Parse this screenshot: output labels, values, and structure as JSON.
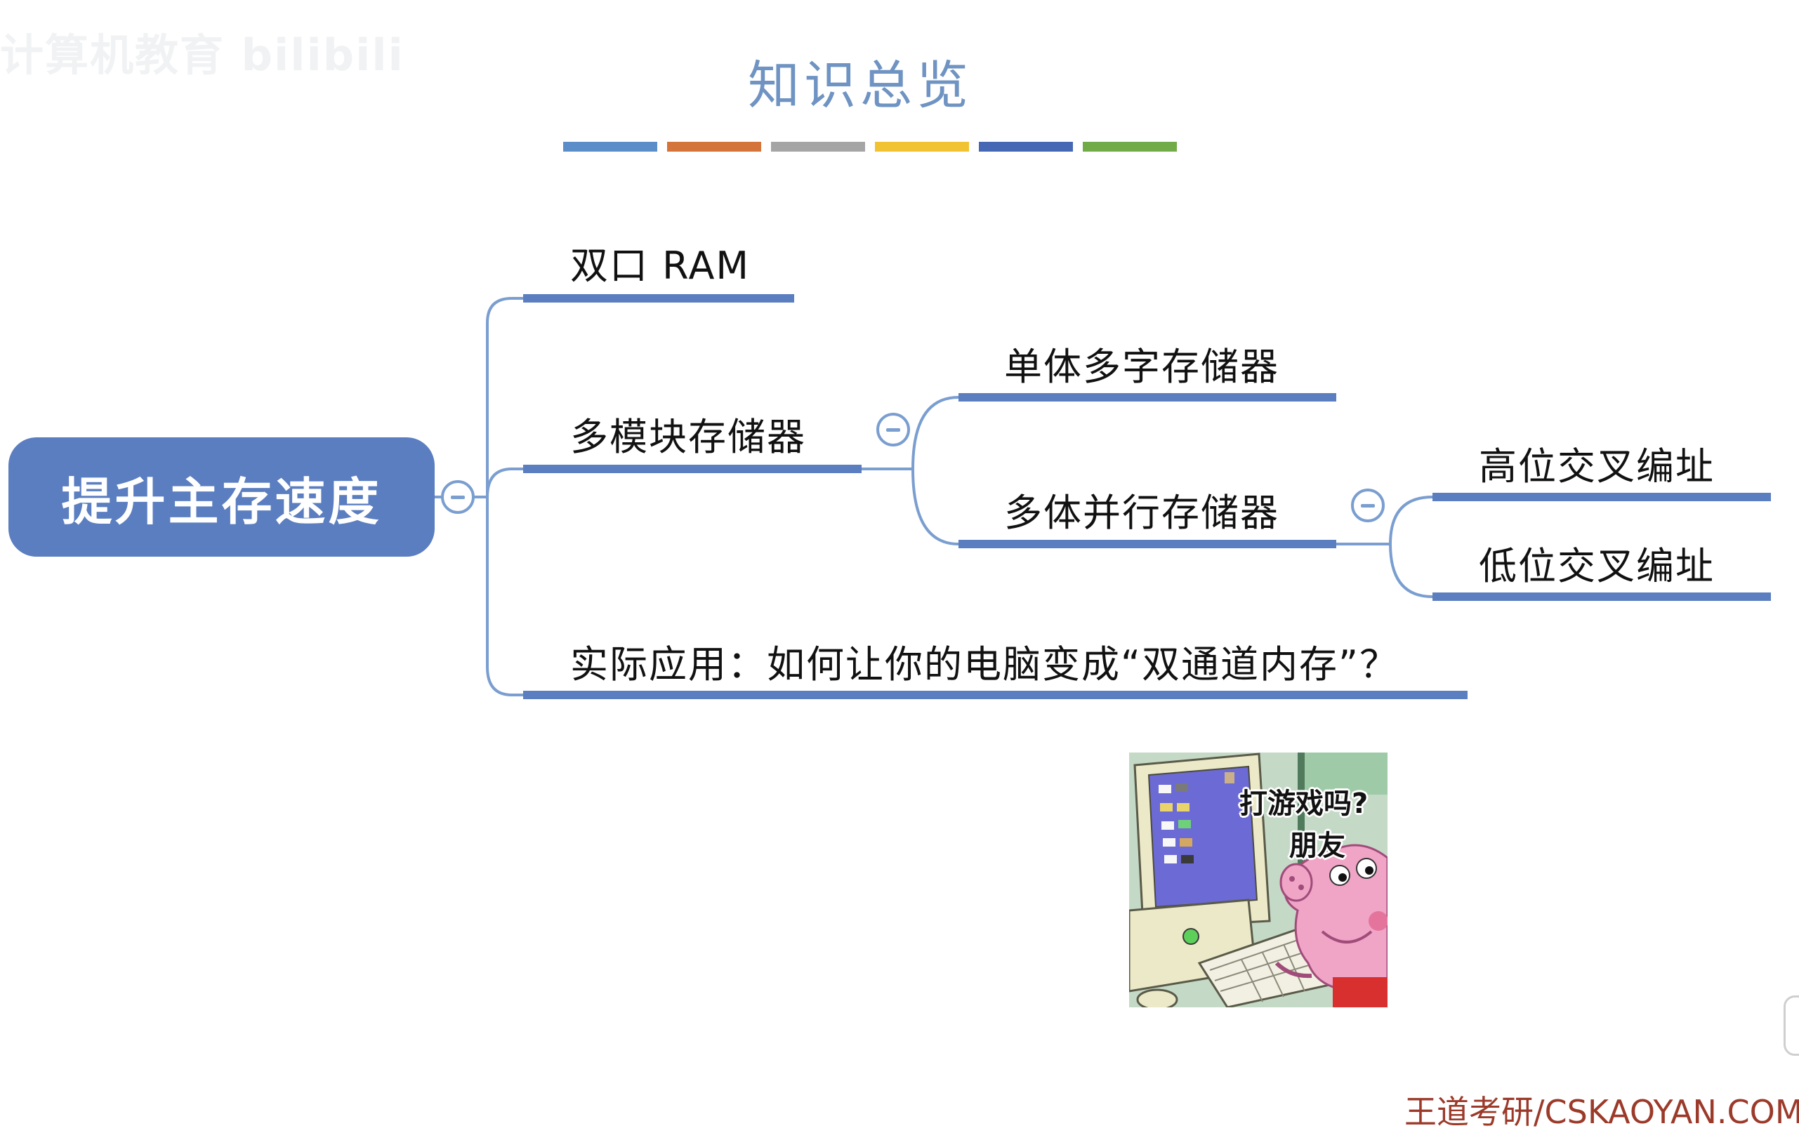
{
  "watermark": "计算机教育 bilibili",
  "title": "知识总览",
  "color_bars": [
    "#5b8ec9",
    "#d4733a",
    "#a5a5a5",
    "#f1c232",
    "#4668b4",
    "#70ab47"
  ],
  "mindmap": {
    "root": "提升主存速度",
    "branches": [
      {
        "label": "双口 RAM"
      },
      {
        "label": "多模块存储器",
        "children": [
          {
            "label": "单体多字存储器"
          },
          {
            "label": "多体并行存储器",
            "children": [
              {
                "label": "高位交叉编址"
              },
              {
                "label": "低位交叉编址"
              }
            ]
          }
        ]
      },
      {
        "label": "实际应用：如何让你的电脑变成“双通道内存”？"
      }
    ]
  },
  "meme": {
    "line1": "打游戏吗?",
    "line2": "朋友"
  },
  "footer": "王道考研/CSKAOYAN.COM",
  "colors": {
    "node_blue": "#5b7ec0",
    "connector": "#7a9ed0",
    "title_blue": "#6f93c2"
  }
}
